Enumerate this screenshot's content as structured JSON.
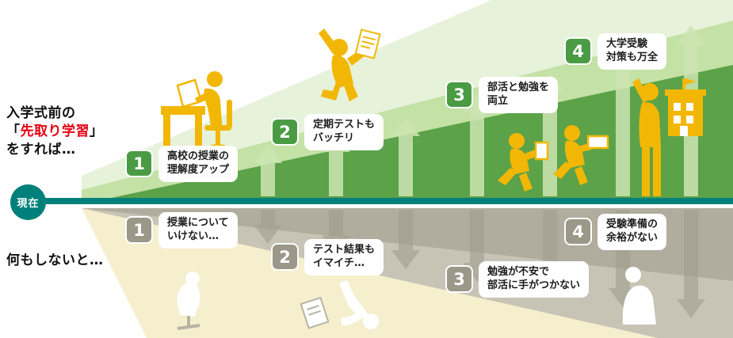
{
  "intro_positive": {
    "line1": "入学式前の",
    "bracket_open": "「",
    "highlight": "先取り学習",
    "bracket_close": "」",
    "line3": "をすれば…"
  },
  "intro_negative": "何もしないと…",
  "timeline": {
    "now": "現在"
  },
  "top_steps": [
    {
      "num": "1",
      "label": "高校の授業の\n理解度アップ"
    },
    {
      "num": "2",
      "label": "定期テストも\nバッチリ"
    },
    {
      "num": "3",
      "label": "部活と勉強を\n両立"
    },
    {
      "num": "4",
      "label": "大学受験\n対策も万全"
    }
  ],
  "bottom_steps": [
    {
      "num": "1",
      "label": "授業について\nいけない…"
    },
    {
      "num": "2",
      "label": "テスト結果も\nイマイチ…"
    },
    {
      "num": "3",
      "label": "勉強が不安で\n部活に手がつかない"
    },
    {
      "num": "4",
      "label": "受験準備の\n余裕がない"
    }
  ],
  "figures": {
    "desk_study": "person-studying-at-desk",
    "jump_success": "person-jumping-with-test",
    "club_and_study": "students-running-with-devices",
    "university_goal": "student-reaching-university-building",
    "slumped": "slumped-student-on-chair",
    "fallen": "fallen-student-with-papers",
    "anxious": "student-hugging-knees"
  },
  "palette": {
    "green_pale": "#e7f2da",
    "green_mid": "#c4e1a6",
    "green_dark": "#5ba249",
    "teal": "#00807a",
    "cream": "#f5efce",
    "gray_light": "#c7c3b5",
    "gray_mid": "#b0ac9e",
    "badge_green": "#4a9b44",
    "badge_gray": "#9b9789",
    "accent_red": "#e60012",
    "figure_yellow": "#f2b705",
    "figure_white": "#ffffff"
  }
}
